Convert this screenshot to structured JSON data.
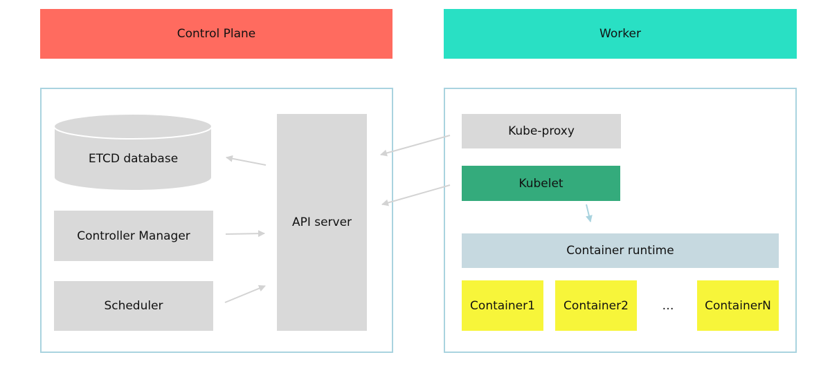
{
  "headers": {
    "control_plane": "Control Plane",
    "worker": "Worker"
  },
  "control_plane": {
    "etcd": "ETCD database",
    "controller_manager": "Controller Manager",
    "scheduler": "Scheduler",
    "api_server": "API server"
  },
  "worker": {
    "kube_proxy": "Kube-proxy",
    "kubelet": "Kubelet",
    "container_runtime": "Container runtime",
    "containers": [
      "Container1",
      "Container2",
      "ContainerN"
    ],
    "ellipsis": "…"
  },
  "colors": {
    "control_plane_header": "#ff6b5f",
    "worker_header": "#29e0c4",
    "panel_border": "#a9d3df",
    "component_gray": "#d9d9d9",
    "kubelet_green": "#34ab7c",
    "runtime_blue": "#c6d9e0",
    "container_yellow": "#f7f53a",
    "arrow_gray": "#d3d3d3",
    "arrow_blue": "#a9d3df"
  }
}
